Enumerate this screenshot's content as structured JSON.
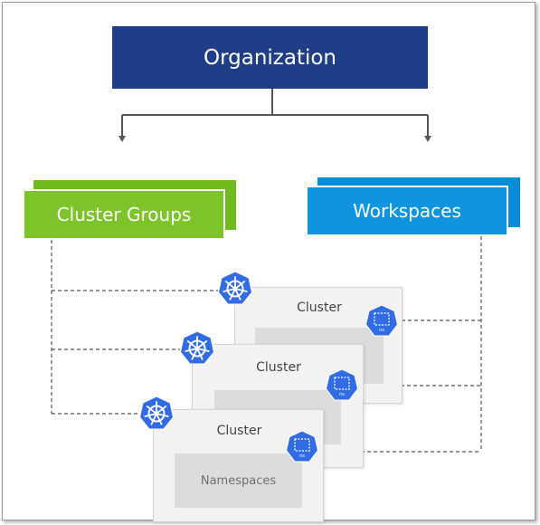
{
  "diagram": {
    "top_node": {
      "label": "Organization"
    },
    "left_node": {
      "label": "Cluster Groups"
    },
    "right_node": {
      "label": "Workspaces"
    },
    "clusters": [
      {
        "label": "Cluster"
      },
      {
        "label": "Cluster"
      },
      {
        "label": "Cluster",
        "inner_label": "Namespaces"
      }
    ],
    "namespace_badge_text": "ns",
    "colors": {
      "organization": "#1f3e87",
      "cluster_groups": "#7dc42b",
      "workspaces": "#0f95e0",
      "kubernetes_icon": "#326ce5"
    }
  }
}
